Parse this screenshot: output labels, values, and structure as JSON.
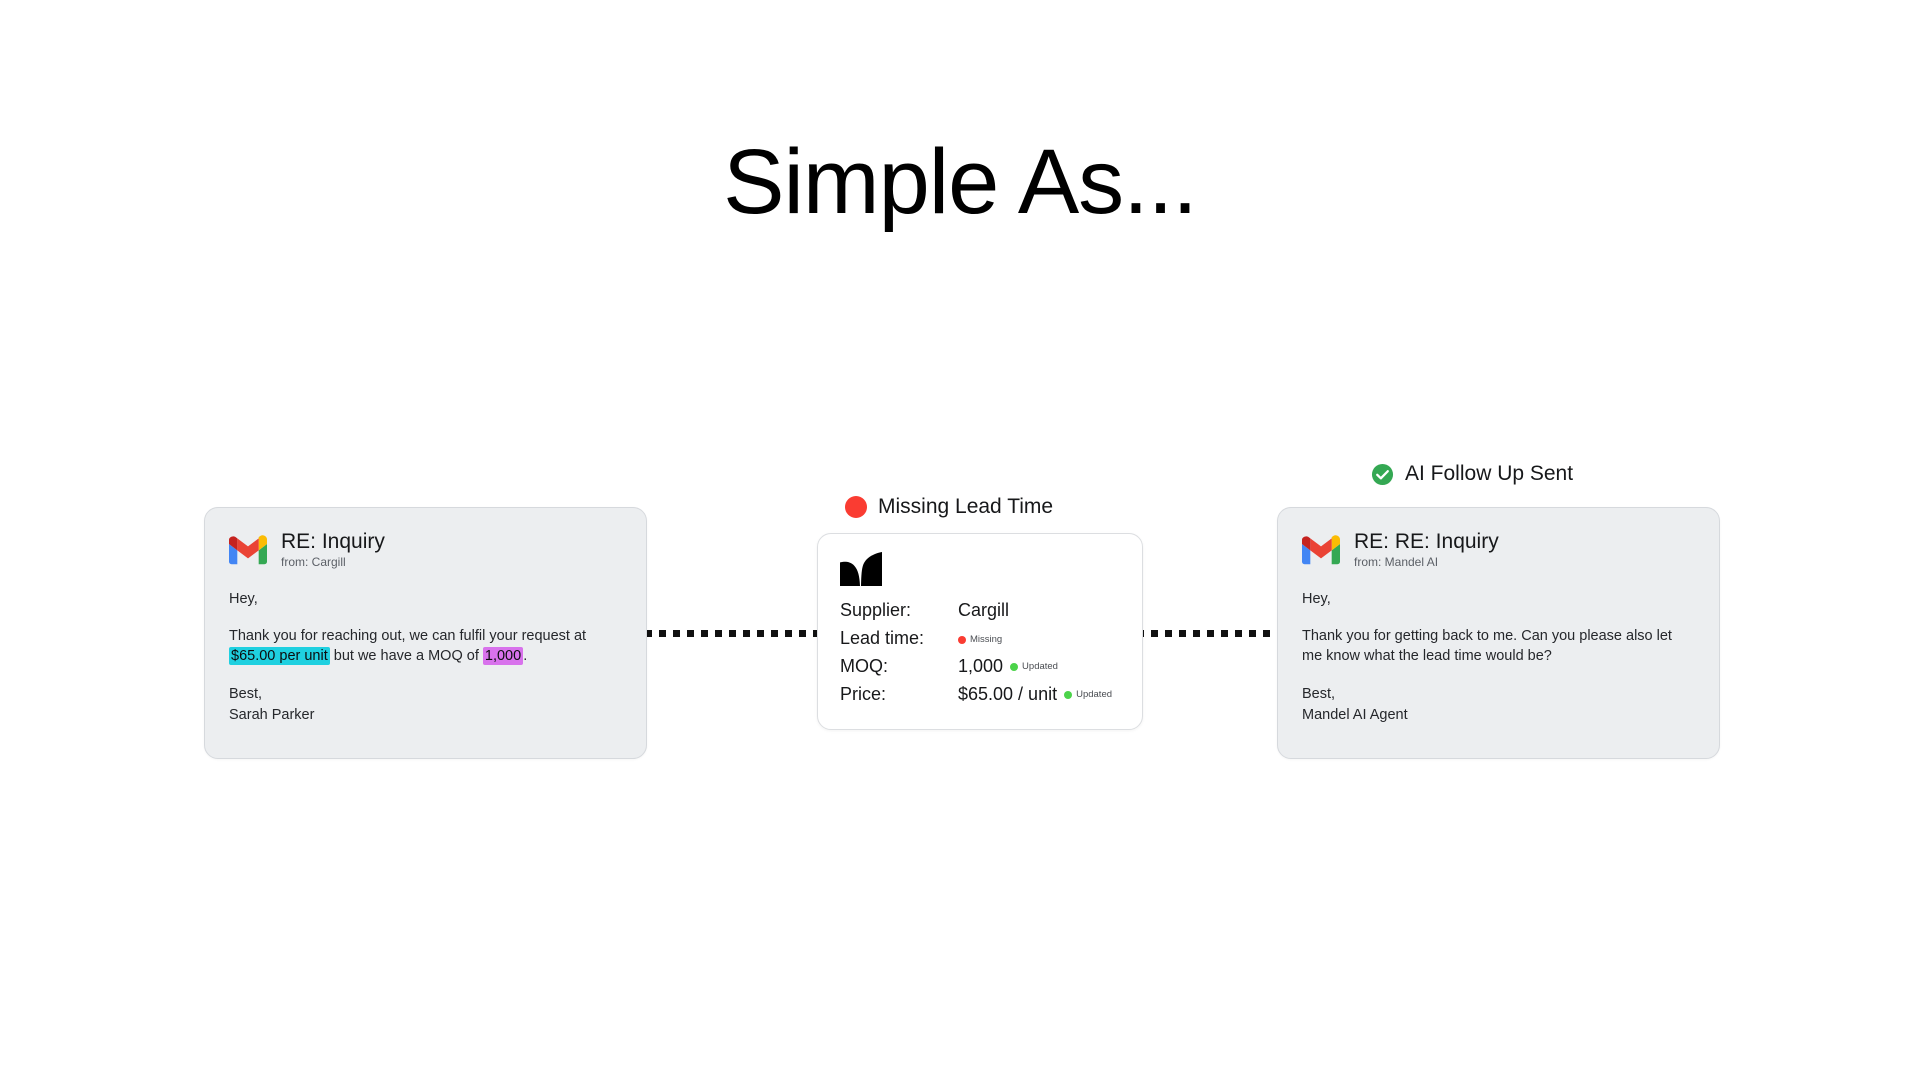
{
  "page": {
    "title": "Simple As...",
    "background": "#ffffff"
  },
  "colors": {
    "card_gray_bg": "#eceef0",
    "card_white_bg": "#ffffff",
    "card_border": "#d6d9dd",
    "highlight_price": "#1fd0e0",
    "highlight_moq": "#d872ec",
    "status_red": "#fa3c32",
    "status_green": "#4cd34a",
    "check_green": "#34a853",
    "connector": "#111111",
    "text_primary": "#17181a",
    "text_muted": "#5b5f66"
  },
  "email_left": {
    "icon": "gmail-icon",
    "subject": "RE: Inquiry",
    "from": "from: Cargill",
    "greeting": "Hey,",
    "body_parts": {
      "lead": "Thank you for reaching out, we can fulfil your request at ",
      "highlight_price": "$65.00 per unit",
      "middle": " but we have a MOQ of ",
      "highlight_moq": "1,000",
      "tail": "."
    },
    "signoff": "Best,",
    "signer": "Sarah Parker"
  },
  "middle": {
    "status": {
      "icon": "red-circle-icon",
      "label": "Missing Lead Time"
    },
    "logo": "mandel-logo-icon",
    "rows": [
      {
        "key": "Supplier:",
        "value": "Cargill",
        "badge": null,
        "badge_state": null
      },
      {
        "key": "Lead time:",
        "value": "",
        "badge": "Missing",
        "badge_state": "red"
      },
      {
        "key": "MOQ:",
        "value": "1,000",
        "badge": "Updated",
        "badge_state": "green"
      },
      {
        "key": "Price:",
        "value": "$65.00 / unit",
        "badge": "Updated",
        "badge_state": "green"
      }
    ]
  },
  "email_right": {
    "status": {
      "icon": "green-check-icon",
      "label": "AI Follow Up Sent"
    },
    "icon": "gmail-icon",
    "subject": "RE: RE: Inquiry",
    "from": "from: Mandel AI",
    "greeting": "Hey,",
    "body": "Thank you for getting back to me. Can you please also let me know what the lead time would be?",
    "signoff": "Best,",
    "signer": "Mandel AI Agent"
  },
  "connectors": [
    {
      "name": "left-to-middle",
      "style": "dotted"
    },
    {
      "name": "middle-to-right",
      "style": "dotted"
    }
  ]
}
